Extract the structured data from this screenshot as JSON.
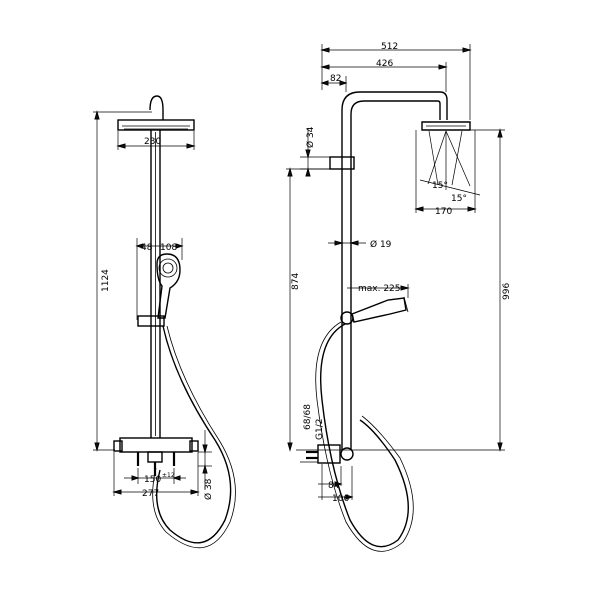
{
  "left_view": {
    "height": "1124",
    "head_width": "230",
    "hand_offset": "48",
    "hand_width": "108",
    "center_distance": "150",
    "center_tolerance": "±12",
    "mixer_width": "277",
    "mixer_depth": "Ø 38"
  },
  "right_view": {
    "projection": "512",
    "arm_length": "426",
    "pipe_offset": "82",
    "pipe_diameter_top": "Ø 34",
    "angle_left": "15°",
    "angle_right": "15°",
    "head_diameter": "170",
    "pipe_diameter": "Ø 19",
    "rail_height": "874",
    "head_height": "996",
    "hand_reach": "max. 225",
    "connection_size": "68/68",
    "thread": "G1/2",
    "mixer_offset_small": "84",
    "mixer_offset_large": "106"
  }
}
